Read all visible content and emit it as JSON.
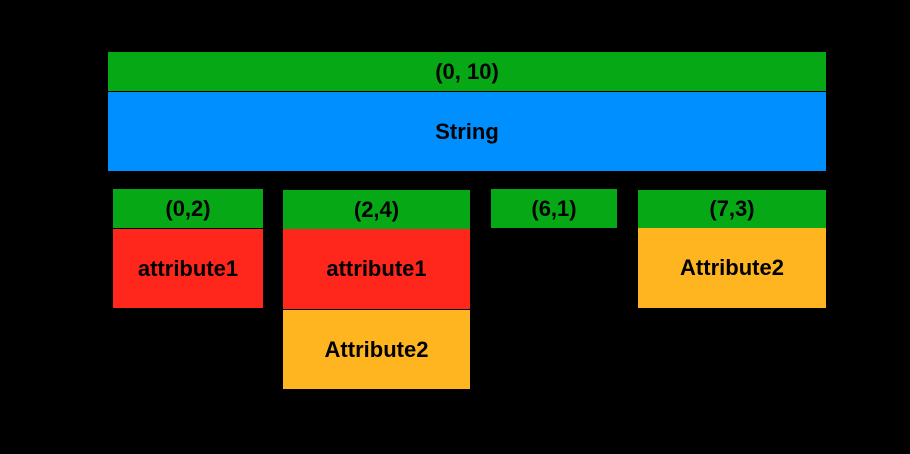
{
  "string_bar": {
    "range_label": "(0, 10)",
    "string_label": "String"
  },
  "segments": [
    {
      "range_label": "(0,2)",
      "attributes": [
        "attribute1"
      ]
    },
    {
      "range_label": "(2,4)",
      "attributes": [
        "attribute1",
        "Attribute2"
      ]
    },
    {
      "range_label": "(6,1)",
      "attributes": []
    },
    {
      "range_label": "(7,3)",
      "attributes": [
        "Attribute2"
      ]
    }
  ],
  "colors": {
    "range": "#07A816",
    "string": "#008FFF",
    "attribute1": "#FF261C",
    "Attribute2": "#FFB520",
    "background": "#000000"
  }
}
